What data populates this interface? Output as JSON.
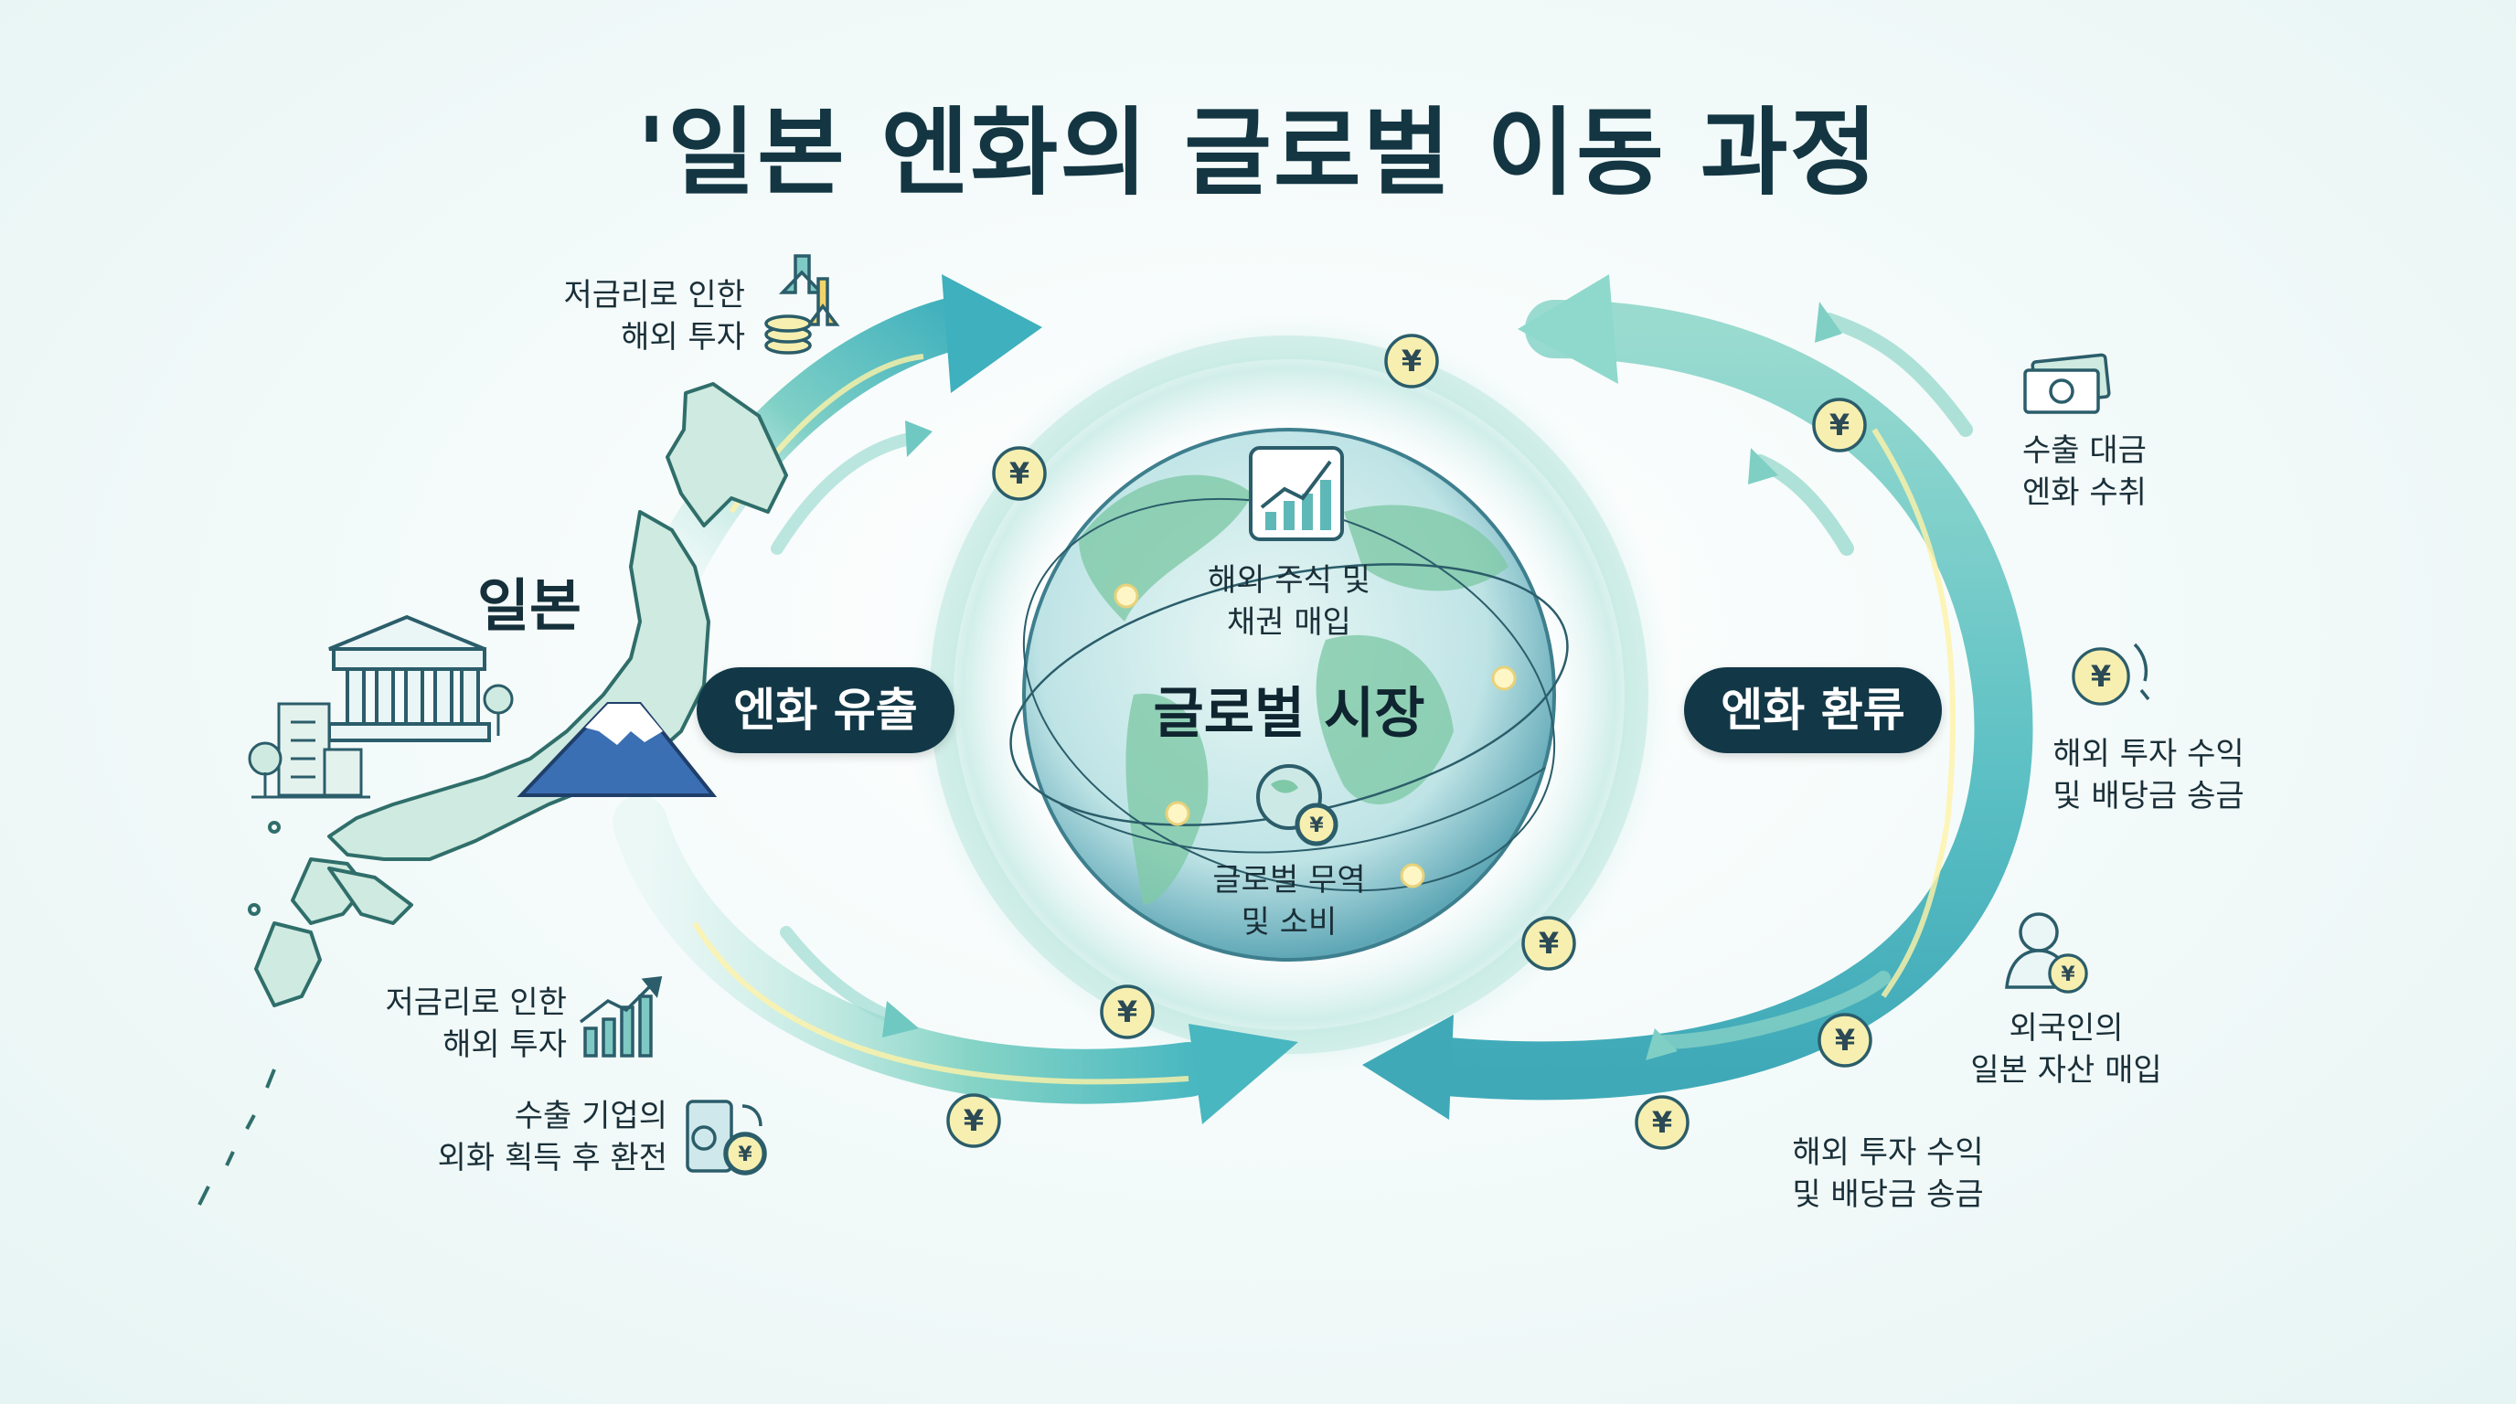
{
  "title": "'일본 엔화의 글로벌 이동 과정",
  "japan": {
    "label": "일본"
  },
  "center": {
    "label": "글로벌 시장"
  },
  "flows": {
    "outflow": "엔화 유출",
    "return": "엔화 환류"
  },
  "globe_labels": {
    "stocks": "해외 주식 및\n채권 매입",
    "trade": "글로벌 무역\n및 소비"
  },
  "left_labels": {
    "top": "저금리로 인한\n해외 투자",
    "mid": "저금리로 인한\n해외 투자",
    "bottom": "수출 기업의\n외화 획득 후 환전"
  },
  "right_labels": {
    "export": "수출 대금\n엔화 수취",
    "income": "해외 투자 수익\n및 배당금 송금",
    "foreign": "외국인의\n일본 자산 매입",
    "bottom": "해외 투자 수익\n및 배당금 송금"
  },
  "yen_symbol": "¥",
  "icons": [
    "arrows-coins-icon",
    "growth-chart-icon",
    "exchange-icon",
    "banknote-icon",
    "yen-coin-icon",
    "person-yen-icon",
    "bank-building-icon",
    "office-building-icon",
    "mount-fuji-icon",
    "japan-map-icon",
    "globe-icon"
  ],
  "colors": {
    "teal": "#4fb8bf",
    "navy": "#123847",
    "mint": "#8fd6c8",
    "yen_coin": "#f6efb0",
    "fuji": "#3b6fb3"
  }
}
